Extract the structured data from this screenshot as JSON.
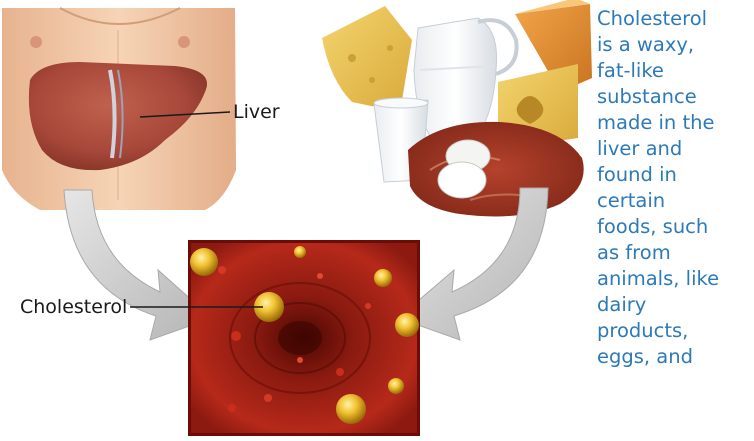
{
  "labels": {
    "liver": "Liver",
    "cholesterol": "Cholesterol"
  },
  "caption": "Cholesterol\nis a waxy,\nfat-like\nsubstance\nmade in the\nliver and\nfound in\ncertain\nfoods, such\nas from\nanimals, like\ndairy\nproducts,\neggs, and",
  "colors": {
    "caption_text": "#2c7ab8",
    "skin": "#f1c9a6",
    "liver": "#a64a3d",
    "vessel": "#7a1008",
    "cholesterol_globule": "#e8b41c",
    "arrow": "#c9c9c9"
  }
}
